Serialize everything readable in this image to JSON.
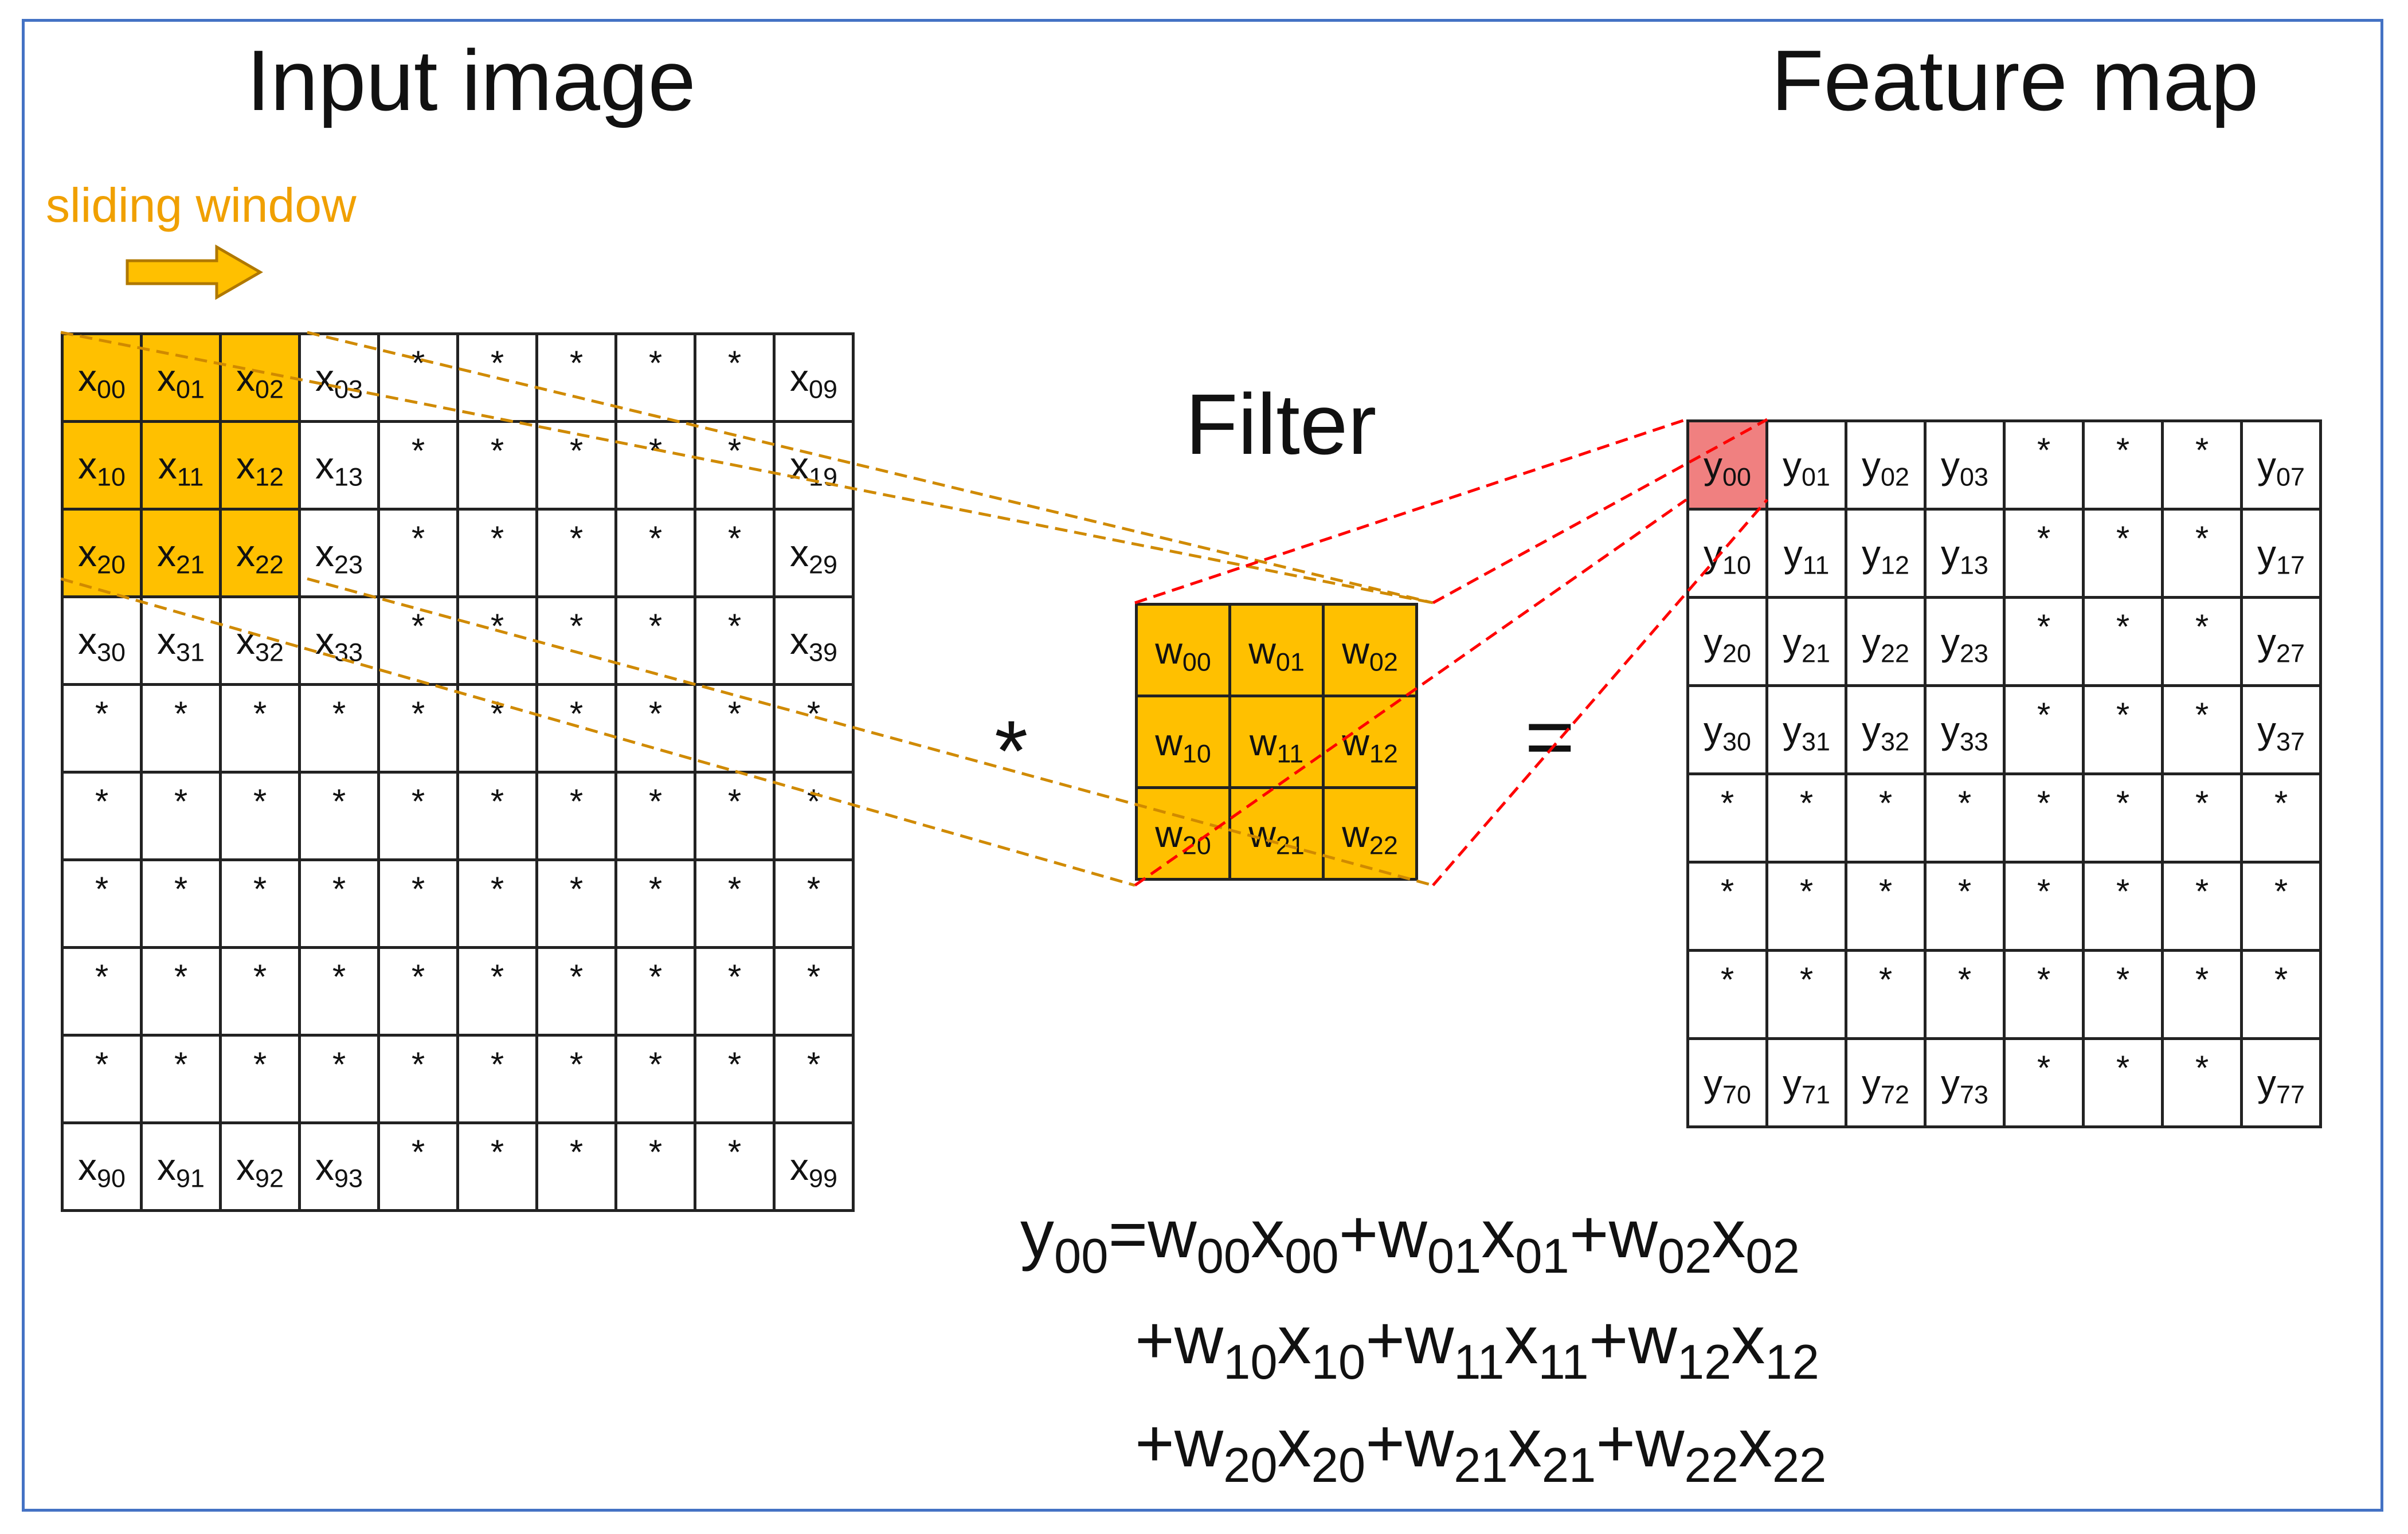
{
  "titles": {
    "input": "Input image",
    "feature": "Feature map",
    "filter": "Filter"
  },
  "sliding_window_label": "sliding window",
  "operators": {
    "convolution": "*",
    "equals": "="
  },
  "colors": {
    "window": "#ffc000",
    "output_cell": "#f08080",
    "frame": "#4472c4",
    "guide_orange": "#d08a00",
    "guide_red": "#ff0000"
  },
  "input_grid": {
    "rows": [
      [
        {
          "b": "x",
          "s": "00",
          "hl": 1
        },
        {
          "b": "x",
          "s": "01",
          "hl": 1
        },
        {
          "b": "x",
          "s": "02",
          "hl": 1
        },
        {
          "b": "x",
          "s": "03"
        },
        {
          "a": 1
        },
        {
          "a": 1
        },
        {
          "a": 1
        },
        {
          "a": 1
        },
        {
          "a": 1
        },
        {
          "b": "x",
          "s": "09"
        }
      ],
      [
        {
          "b": "x",
          "s": "10",
          "hl": 1
        },
        {
          "b": "x",
          "s": "11",
          "hl": 1
        },
        {
          "b": "x",
          "s": "12",
          "hl": 1
        },
        {
          "b": "x",
          "s": "13"
        },
        {
          "a": 1
        },
        {
          "a": 1
        },
        {
          "a": 1
        },
        {
          "a": 1
        },
        {
          "a": 1
        },
        {
          "b": "x",
          "s": "19"
        }
      ],
      [
        {
          "b": "x",
          "s": "20",
          "hl": 1
        },
        {
          "b": "x",
          "s": "21",
          "hl": 1
        },
        {
          "b": "x",
          "s": "22",
          "hl": 1
        },
        {
          "b": "x",
          "s": "23"
        },
        {
          "a": 1
        },
        {
          "a": 1
        },
        {
          "a": 1
        },
        {
          "a": 1
        },
        {
          "a": 1
        },
        {
          "b": "x",
          "s": "29"
        }
      ],
      [
        {
          "b": "x",
          "s": "30"
        },
        {
          "b": "x",
          "s": "31"
        },
        {
          "b": "x",
          "s": "32"
        },
        {
          "b": "x",
          "s": "33"
        },
        {
          "a": 1
        },
        {
          "a": 1
        },
        {
          "a": 1
        },
        {
          "a": 1
        },
        {
          "a": 1
        },
        {
          "b": "x",
          "s": "39"
        }
      ],
      [
        {
          "a": 1
        },
        {
          "a": 1
        },
        {
          "a": 1
        },
        {
          "a": 1
        },
        {
          "a": 1
        },
        {
          "a": 1
        },
        {
          "a": 1
        },
        {
          "a": 1
        },
        {
          "a": 1
        },
        {
          "a": 1
        }
      ],
      [
        {
          "a": 1
        },
        {
          "a": 1
        },
        {
          "a": 1
        },
        {
          "a": 1
        },
        {
          "a": 1
        },
        {
          "a": 1
        },
        {
          "a": 1
        },
        {
          "a": 1
        },
        {
          "a": 1
        },
        {
          "a": 1
        }
      ],
      [
        {
          "a": 1
        },
        {
          "a": 1
        },
        {
          "a": 1
        },
        {
          "a": 1
        },
        {
          "a": 1
        },
        {
          "a": 1
        },
        {
          "a": 1
        },
        {
          "a": 1
        },
        {
          "a": 1
        },
        {
          "a": 1
        }
      ],
      [
        {
          "a": 1
        },
        {
          "a": 1
        },
        {
          "a": 1
        },
        {
          "a": 1
        },
        {
          "a": 1
        },
        {
          "a": 1
        },
        {
          "a": 1
        },
        {
          "a": 1
        },
        {
          "a": 1
        },
        {
          "a": 1
        }
      ],
      [
        {
          "a": 1
        },
        {
          "a": 1
        },
        {
          "a": 1
        },
        {
          "a": 1
        },
        {
          "a": 1
        },
        {
          "a": 1
        },
        {
          "a": 1
        },
        {
          "a": 1
        },
        {
          "a": 1
        },
        {
          "a": 1
        }
      ],
      [
        {
          "b": "x",
          "s": "90"
        },
        {
          "b": "x",
          "s": "91"
        },
        {
          "b": "x",
          "s": "92"
        },
        {
          "b": "x",
          "s": "93"
        },
        {
          "a": 1
        },
        {
          "a": 1
        },
        {
          "a": 1
        },
        {
          "a": 1
        },
        {
          "a": 1
        },
        {
          "b": "x",
          "s": "99"
        }
      ]
    ]
  },
  "filter_grid": {
    "rows": [
      [
        {
          "b": "w",
          "s": "00"
        },
        {
          "b": "w",
          "s": "01"
        },
        {
          "b": "w",
          "s": "02"
        }
      ],
      [
        {
          "b": "w",
          "s": "10"
        },
        {
          "b": "w",
          "s": "11"
        },
        {
          "b": "w",
          "s": "12"
        }
      ],
      [
        {
          "b": "w",
          "s": "20"
        },
        {
          "b": "w",
          "s": "21"
        },
        {
          "b": "w",
          "s": "22"
        }
      ]
    ]
  },
  "feature_grid": {
    "rows": [
      [
        {
          "b": "y",
          "s": "00",
          "red": 1
        },
        {
          "b": "y",
          "s": "01"
        },
        {
          "b": "y",
          "s": "02"
        },
        {
          "b": "y",
          "s": "03"
        },
        {
          "a": 1
        },
        {
          "a": 1
        },
        {
          "a": 1
        },
        {
          "b": "y",
          "s": "07"
        }
      ],
      [
        {
          "b": "y",
          "s": "10"
        },
        {
          "b": "y",
          "s": "11"
        },
        {
          "b": "y",
          "s": "12"
        },
        {
          "b": "y",
          "s": "13"
        },
        {
          "a": 1
        },
        {
          "a": 1
        },
        {
          "a": 1
        },
        {
          "b": "y",
          "s": "17"
        }
      ],
      [
        {
          "b": "y",
          "s": "20"
        },
        {
          "b": "y",
          "s": "21"
        },
        {
          "b": "y",
          "s": "22"
        },
        {
          "b": "y",
          "s": "23"
        },
        {
          "a": 1
        },
        {
          "a": 1
        },
        {
          "a": 1
        },
        {
          "b": "y",
          "s": "27"
        }
      ],
      [
        {
          "b": "y",
          "s": "30"
        },
        {
          "b": "y",
          "s": "31"
        },
        {
          "b": "y",
          "s": "32"
        },
        {
          "b": "y",
          "s": "33"
        },
        {
          "a": 1
        },
        {
          "a": 1
        },
        {
          "a": 1
        },
        {
          "b": "y",
          "s": "37"
        }
      ],
      [
        {
          "a": 1
        },
        {
          "a": 1
        },
        {
          "a": 1
        },
        {
          "a": 1
        },
        {
          "a": 1
        },
        {
          "a": 1
        },
        {
          "a": 1
        },
        {
          "a": 1
        }
      ],
      [
        {
          "a": 1
        },
        {
          "a": 1
        },
        {
          "a": 1
        },
        {
          "a": 1
        },
        {
          "a": 1
        },
        {
          "a": 1
        },
        {
          "a": 1
        },
        {
          "a": 1
        }
      ],
      [
        {
          "a": 1
        },
        {
          "a": 1
        },
        {
          "a": 1
        },
        {
          "a": 1
        },
        {
          "a": 1
        },
        {
          "a": 1
        },
        {
          "a": 1
        },
        {
          "a": 1
        }
      ],
      [
        {
          "b": "y",
          "s": "70"
        },
        {
          "b": "y",
          "s": "71"
        },
        {
          "b": "y",
          "s": "72"
        },
        {
          "b": "y",
          "s": "73"
        },
        {
          "a": 1
        },
        {
          "a": 1
        },
        {
          "a": 1
        },
        {
          "b": "y",
          "s": "77"
        }
      ]
    ]
  },
  "equation_lines": [
    [
      {
        "b": "y",
        "s": "00"
      },
      {
        "t": "="
      },
      {
        "b": "w",
        "s": "00"
      },
      {
        "b": "x",
        "s": "00"
      },
      {
        "t": "+"
      },
      {
        "b": "w",
        "s": "01"
      },
      {
        "b": "x",
        "s": "01"
      },
      {
        "t": "+"
      },
      {
        "b": "w",
        "s": "02"
      },
      {
        "b": "x",
        "s": "02"
      }
    ],
    [
      {
        "t": "+"
      },
      {
        "b": "w",
        "s": "10"
      },
      {
        "b": "x",
        "s": "10"
      },
      {
        "t": "+"
      },
      {
        "b": "w",
        "s": "11"
      },
      {
        "b": "x",
        "s": "11"
      },
      {
        "t": "+"
      },
      {
        "b": "w",
        "s": "12"
      },
      {
        "b": "x",
        "s": "12"
      }
    ],
    [
      {
        "t": "+"
      },
      {
        "b": "w",
        "s": "20"
      },
      {
        "b": "x",
        "s": "20"
      },
      {
        "t": "+"
      },
      {
        "b": "w",
        "s": "21"
      },
      {
        "b": "x",
        "s": "21"
      },
      {
        "t": "+"
      },
      {
        "b": "w",
        "s": "22"
      },
      {
        "b": "x",
        "s": "22"
      }
    ]
  ]
}
